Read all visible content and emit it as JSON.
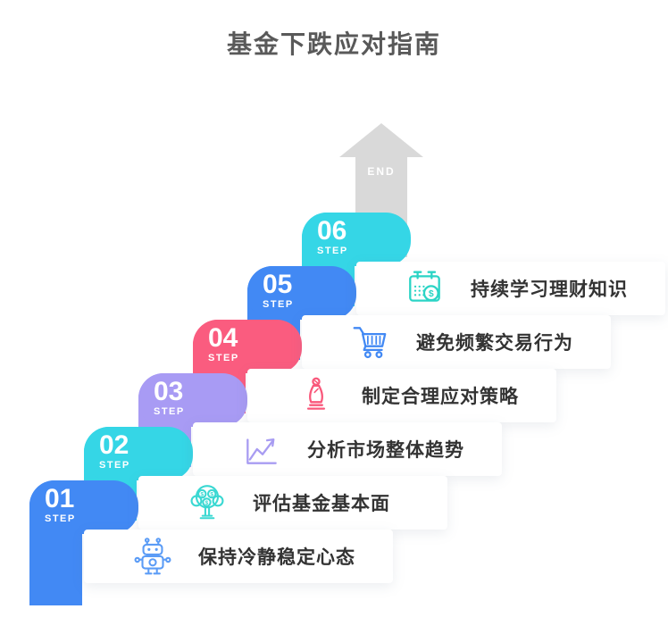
{
  "title": "基金下跌应对指南",
  "end_arrow": {
    "label": "END",
    "color": "#D9D9D9"
  },
  "step_word": "STEP",
  "colors": {
    "blue": "#4289F4",
    "cyan": "#35D6E6",
    "purple": "#A89BF4",
    "pink": "#FA5C7F",
    "title_text": "#595959",
    "label_text": "#333333"
  },
  "steps": [
    {
      "num": "01",
      "label": "保持冷静稳定心态",
      "icon": "robot-icon",
      "block_color": "#4289F4",
      "icon_color": "#5B9CF6"
    },
    {
      "num": "02",
      "label": "评估基金基本面",
      "icon": "money-tree-icon",
      "block_color": "#35D6E6",
      "icon_color": "#3AD8D2"
    },
    {
      "num": "03",
      "label": "分析市场整体趋势",
      "icon": "trend-chart-icon",
      "block_color": "#A89BF4",
      "icon_color": "#A89CF2"
    },
    {
      "num": "04",
      "label": "制定合理应对策略",
      "icon": "chess-bishop-icon",
      "block_color": "#FA5C7F",
      "icon_color": "#F9587B"
    },
    {
      "num": "05",
      "label": "避免频繁交易行为",
      "icon": "shopping-cart-icon",
      "block_color": "#4289F4",
      "icon_color": "#4289F4"
    },
    {
      "num": "06",
      "label": "持续学习理财知识",
      "icon": "calendar-dollar-icon",
      "block_color": "#35D6E6",
      "icon_color": "#2BD4C5"
    }
  ]
}
